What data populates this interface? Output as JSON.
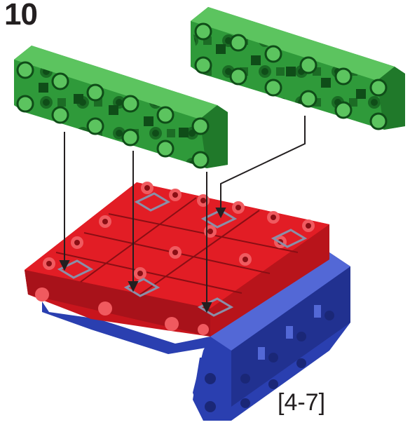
{
  "step": {
    "number": "10"
  },
  "reference": {
    "label": "[4-7]"
  },
  "parts": {
    "top_bricks": {
      "name": "green-connector-plate",
      "count": 2,
      "color": "#2f9a3a",
      "dark": "#1a6b24",
      "light": "#5cc45f"
    },
    "base_bricks": {
      "name": "red-brick-layer",
      "color": "#e21d25",
      "dark": "#a8121a",
      "light": "#f05a5f"
    },
    "support_bricks": {
      "name": "blue-brick-stack",
      "color": "#2a3fb0",
      "dark": "#1a2777",
      "light": "#5368d6"
    },
    "pointer_color": "#231f20"
  }
}
